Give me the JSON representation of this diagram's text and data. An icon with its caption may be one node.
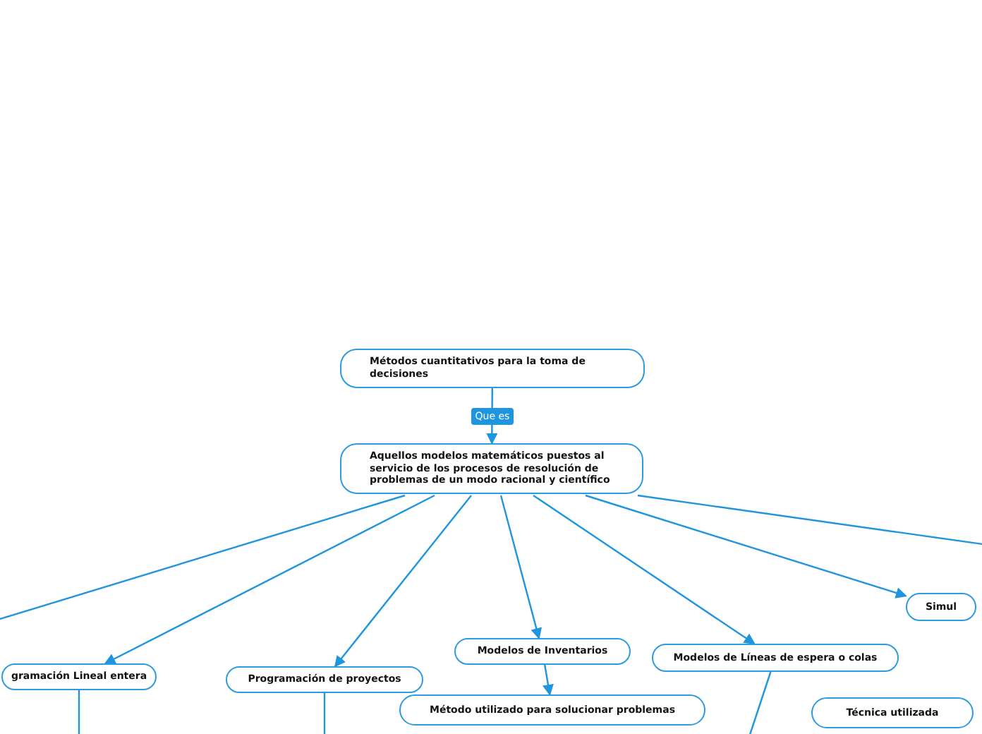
{
  "diagram": {
    "nodes": [
      {
        "text": [
          "Métodos cuantitativos para la toma de decisiones"
        ]
      },
      {
        "text": [
          "Aquellos modelos matemáticos puestos al servicio de los procesos de resolución de problemas de un modo racional y científico"
        ]
      },
      {
        "text": [
          "gramación Lineal entera"
        ]
      },
      {
        "text": [
          "Programación de proyectos"
        ]
      },
      {
        "text": [
          "Modelos de Inventarios"
        ]
      },
      {
        "text": [
          "Modelos de Líneas de espera o colas"
        ]
      },
      {
        "text": [
          "Simul"
        ]
      },
      {
        "text": [
          "Método utilizado para solucionar problemas"
        ]
      },
      {
        "text": [
          "Técnica utilizada"
        ]
      }
    ],
    "edges": [
      {
        "from": 0,
        "to": 1,
        "arrow": "to",
        "label": "Que es"
      },
      {
        "from": 1,
        "to": null,
        "arrow": "none"
      },
      {
        "from": 1,
        "to": 2,
        "arrow": "to"
      },
      {
        "from": 1,
        "to": 3,
        "arrow": "to"
      },
      {
        "from": 1,
        "to": 4,
        "arrow": "to"
      },
      {
        "from": 1,
        "to": 5,
        "arrow": "to"
      },
      {
        "from": 1,
        "to": 6,
        "arrow": "to"
      },
      {
        "from": 1,
        "to": null,
        "arrow": "none"
      },
      {
        "from": 2,
        "to": null,
        "arrow": "none"
      },
      {
        "from": 3,
        "to": null,
        "arrow": "none"
      },
      {
        "from": 4,
        "to": 7,
        "arrow": "to"
      },
      {
        "from": 5,
        "to": null,
        "arrow": "none"
      }
    ]
  }
}
